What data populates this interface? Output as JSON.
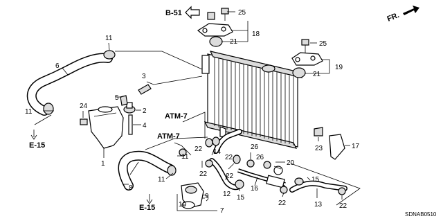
{
  "refs": {
    "b51": "B-51",
    "atm_upper": "ATM-7",
    "atm_lower": "ATM-7",
    "e15_left": "E-15",
    "e15_bottom": "E-15",
    "fr": "FR."
  },
  "diagram_code": "SDNAB0510",
  "callouts": {
    "n25a": "25",
    "n18": "18",
    "n21a": "21",
    "n25b": "25",
    "n19": "19",
    "n21b": "21",
    "n11a": "11",
    "n6": "6",
    "n3": "3",
    "n5": "5",
    "n2": "2",
    "n1": "1",
    "n11b": "11",
    "n24": "24",
    "n4": "4",
    "n22a": "22",
    "n14": "14",
    "n11c": "11",
    "n22b": "22",
    "n26a": "26",
    "n26b": "26",
    "n20": "20",
    "n23": "23",
    "n17": "17",
    "n22c": "22",
    "n8": "8",
    "n11d": "11",
    "n22d": "22",
    "n12": "12",
    "n15a": "15",
    "n16": "16",
    "n15b": "15",
    "n22e": "22",
    "n13": "13",
    "n22f": "22",
    "n10": "10",
    "n9": "9",
    "n7": "7"
  }
}
